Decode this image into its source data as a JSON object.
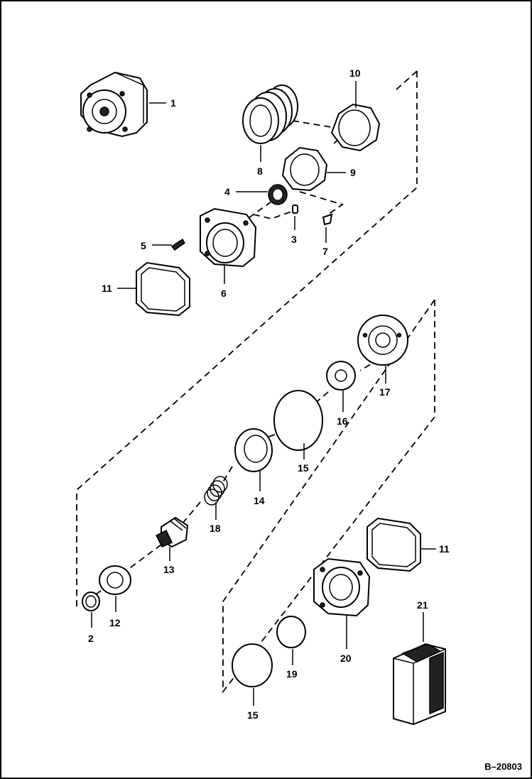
{
  "callouts": {
    "c1": "1",
    "c2": "2",
    "c3": "3",
    "c4": "4",
    "c5": "5",
    "c6": "6",
    "c7": "7",
    "c8": "8",
    "c9": "9",
    "c10": "10",
    "c11a": "11",
    "c11b": "11",
    "c12": "12",
    "c13": "13",
    "c14": "14",
    "c15a": "15",
    "c15b": "15",
    "c16": "16",
    "c17": "17",
    "c18": "18",
    "c19": "19",
    "c20": "20",
    "c21": "21"
  },
  "drawing_number": "B–20803"
}
